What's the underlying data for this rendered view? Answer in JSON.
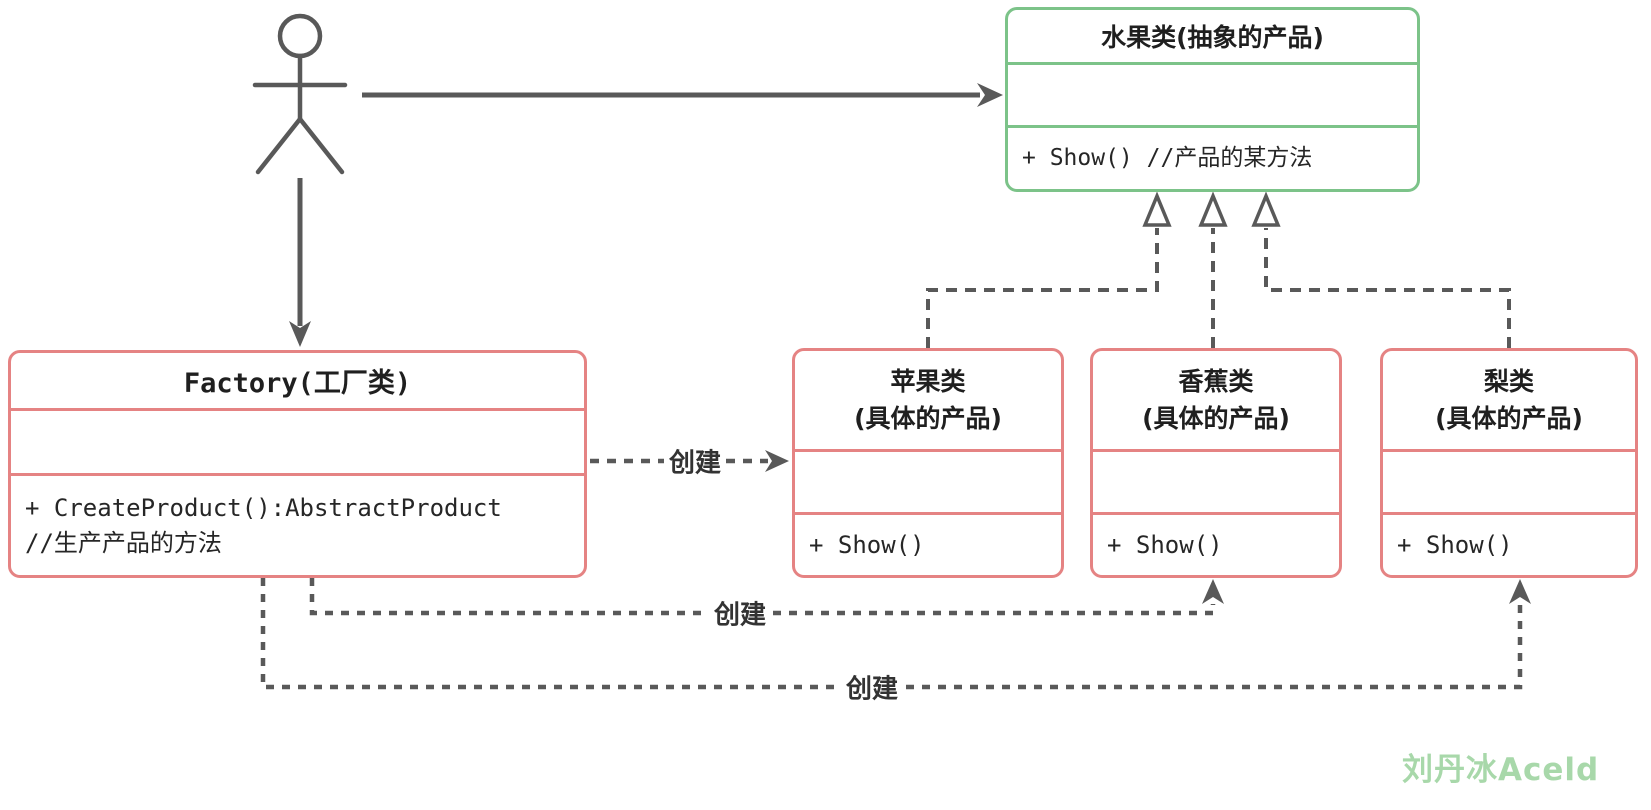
{
  "diagram_type": "uml-class-diagram",
  "classes": {
    "abstract_product": {
      "title": "水果类(抽象的产品)",
      "methods": [
        "+ Show() //产品的某方法"
      ],
      "border_color": "#7cc389"
    },
    "factory": {
      "title": "Factory(工厂类)",
      "methods": [
        "+ CreateProduct():AbstractProduct",
        "//生产产品的方法"
      ],
      "border_color": "#e58383"
    },
    "apple": {
      "title": [
        "苹果类",
        "(具体的产品)"
      ],
      "methods": [
        "+ Show()"
      ],
      "border_color": "#e58383"
    },
    "banana": {
      "title": [
        "香蕉类",
        "(具体的产品)"
      ],
      "methods": [
        "+ Show()"
      ],
      "border_color": "#e58383"
    },
    "pear": {
      "title": [
        "梨类",
        "(具体的产品)"
      ],
      "methods": [
        "+ Show()"
      ],
      "border_color": "#e58383"
    }
  },
  "edges": {
    "actor_to_abstract": {
      "type": "solid-arrow",
      "label": ""
    },
    "actor_to_factory": {
      "type": "solid-arrow",
      "label": ""
    },
    "factory_to_apple": {
      "type": "dashed-arrow",
      "label": "创建"
    },
    "factory_to_banana": {
      "type": "dashed-arrow",
      "label": "创建"
    },
    "factory_to_pear": {
      "type": "dashed-arrow",
      "label": "创建"
    },
    "apple_to_abstract": {
      "type": "dashed-realization",
      "label": ""
    },
    "banana_to_abstract": {
      "type": "dashed-realization",
      "label": ""
    },
    "pear_to_abstract": {
      "type": "dashed-realization",
      "label": ""
    }
  },
  "watermark": "刘丹冰Aceld",
  "colors": {
    "green_border": "#7cc389",
    "red_border": "#e58383",
    "line": "#595959",
    "watermark": "#a8d8aa",
    "text": "#262626"
  }
}
